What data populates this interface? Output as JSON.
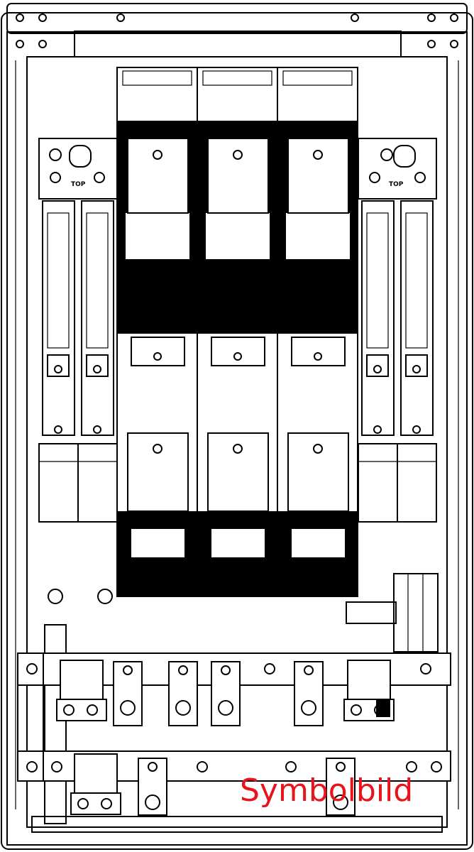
{
  "diagram": {
    "title": "Symbolbild",
    "left_module_label": "TOP",
    "right_module_label": "TOP",
    "fuse_bases": 3,
    "side_fuses_per_side": 2
  },
  "colors": {
    "watermark": "#e8141b",
    "line": "#000000"
  }
}
